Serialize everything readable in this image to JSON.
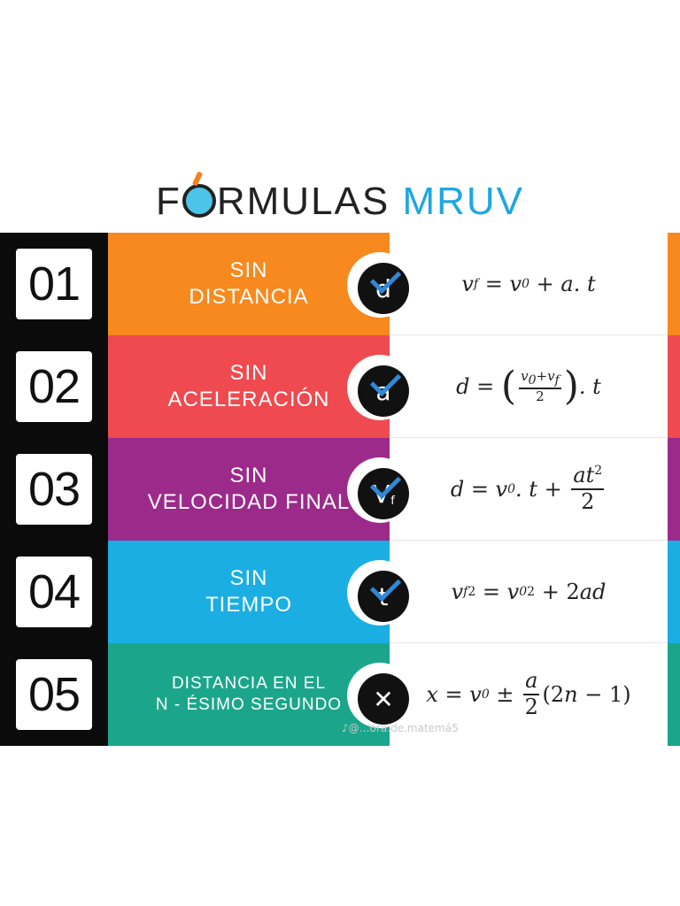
{
  "title": {
    "part1": "F",
    "part2": "RMULAS",
    "accent": "MRUV"
  },
  "rows": [
    {
      "num": "01",
      "line1": "SIN",
      "line2": "DISTANCIA",
      "icon": "d",
      "color": "#f7891e"
    },
    {
      "num": "02",
      "line1": "SIN",
      "line2": "ACELERACIÓN",
      "icon": "a",
      "color": "#ef4a4f"
    },
    {
      "num": "03",
      "line1": "SIN",
      "line2": "VELOCIDAD FINAL",
      "icon": "V",
      "icon_sub": "f",
      "color": "#9c2a8a"
    },
    {
      "num": "04",
      "line1": "SIN",
      "line2": "TIEMPO",
      "icon": "t",
      "color": "#1aaee3"
    },
    {
      "num": "05",
      "line1": "DISTANCIA EN EL",
      "line2": "N - ÉSIMO SEGUNDO",
      "icon": "✕",
      "color": "#1ba68b"
    }
  ],
  "watermark": "♪@…ora.de.matemá5"
}
